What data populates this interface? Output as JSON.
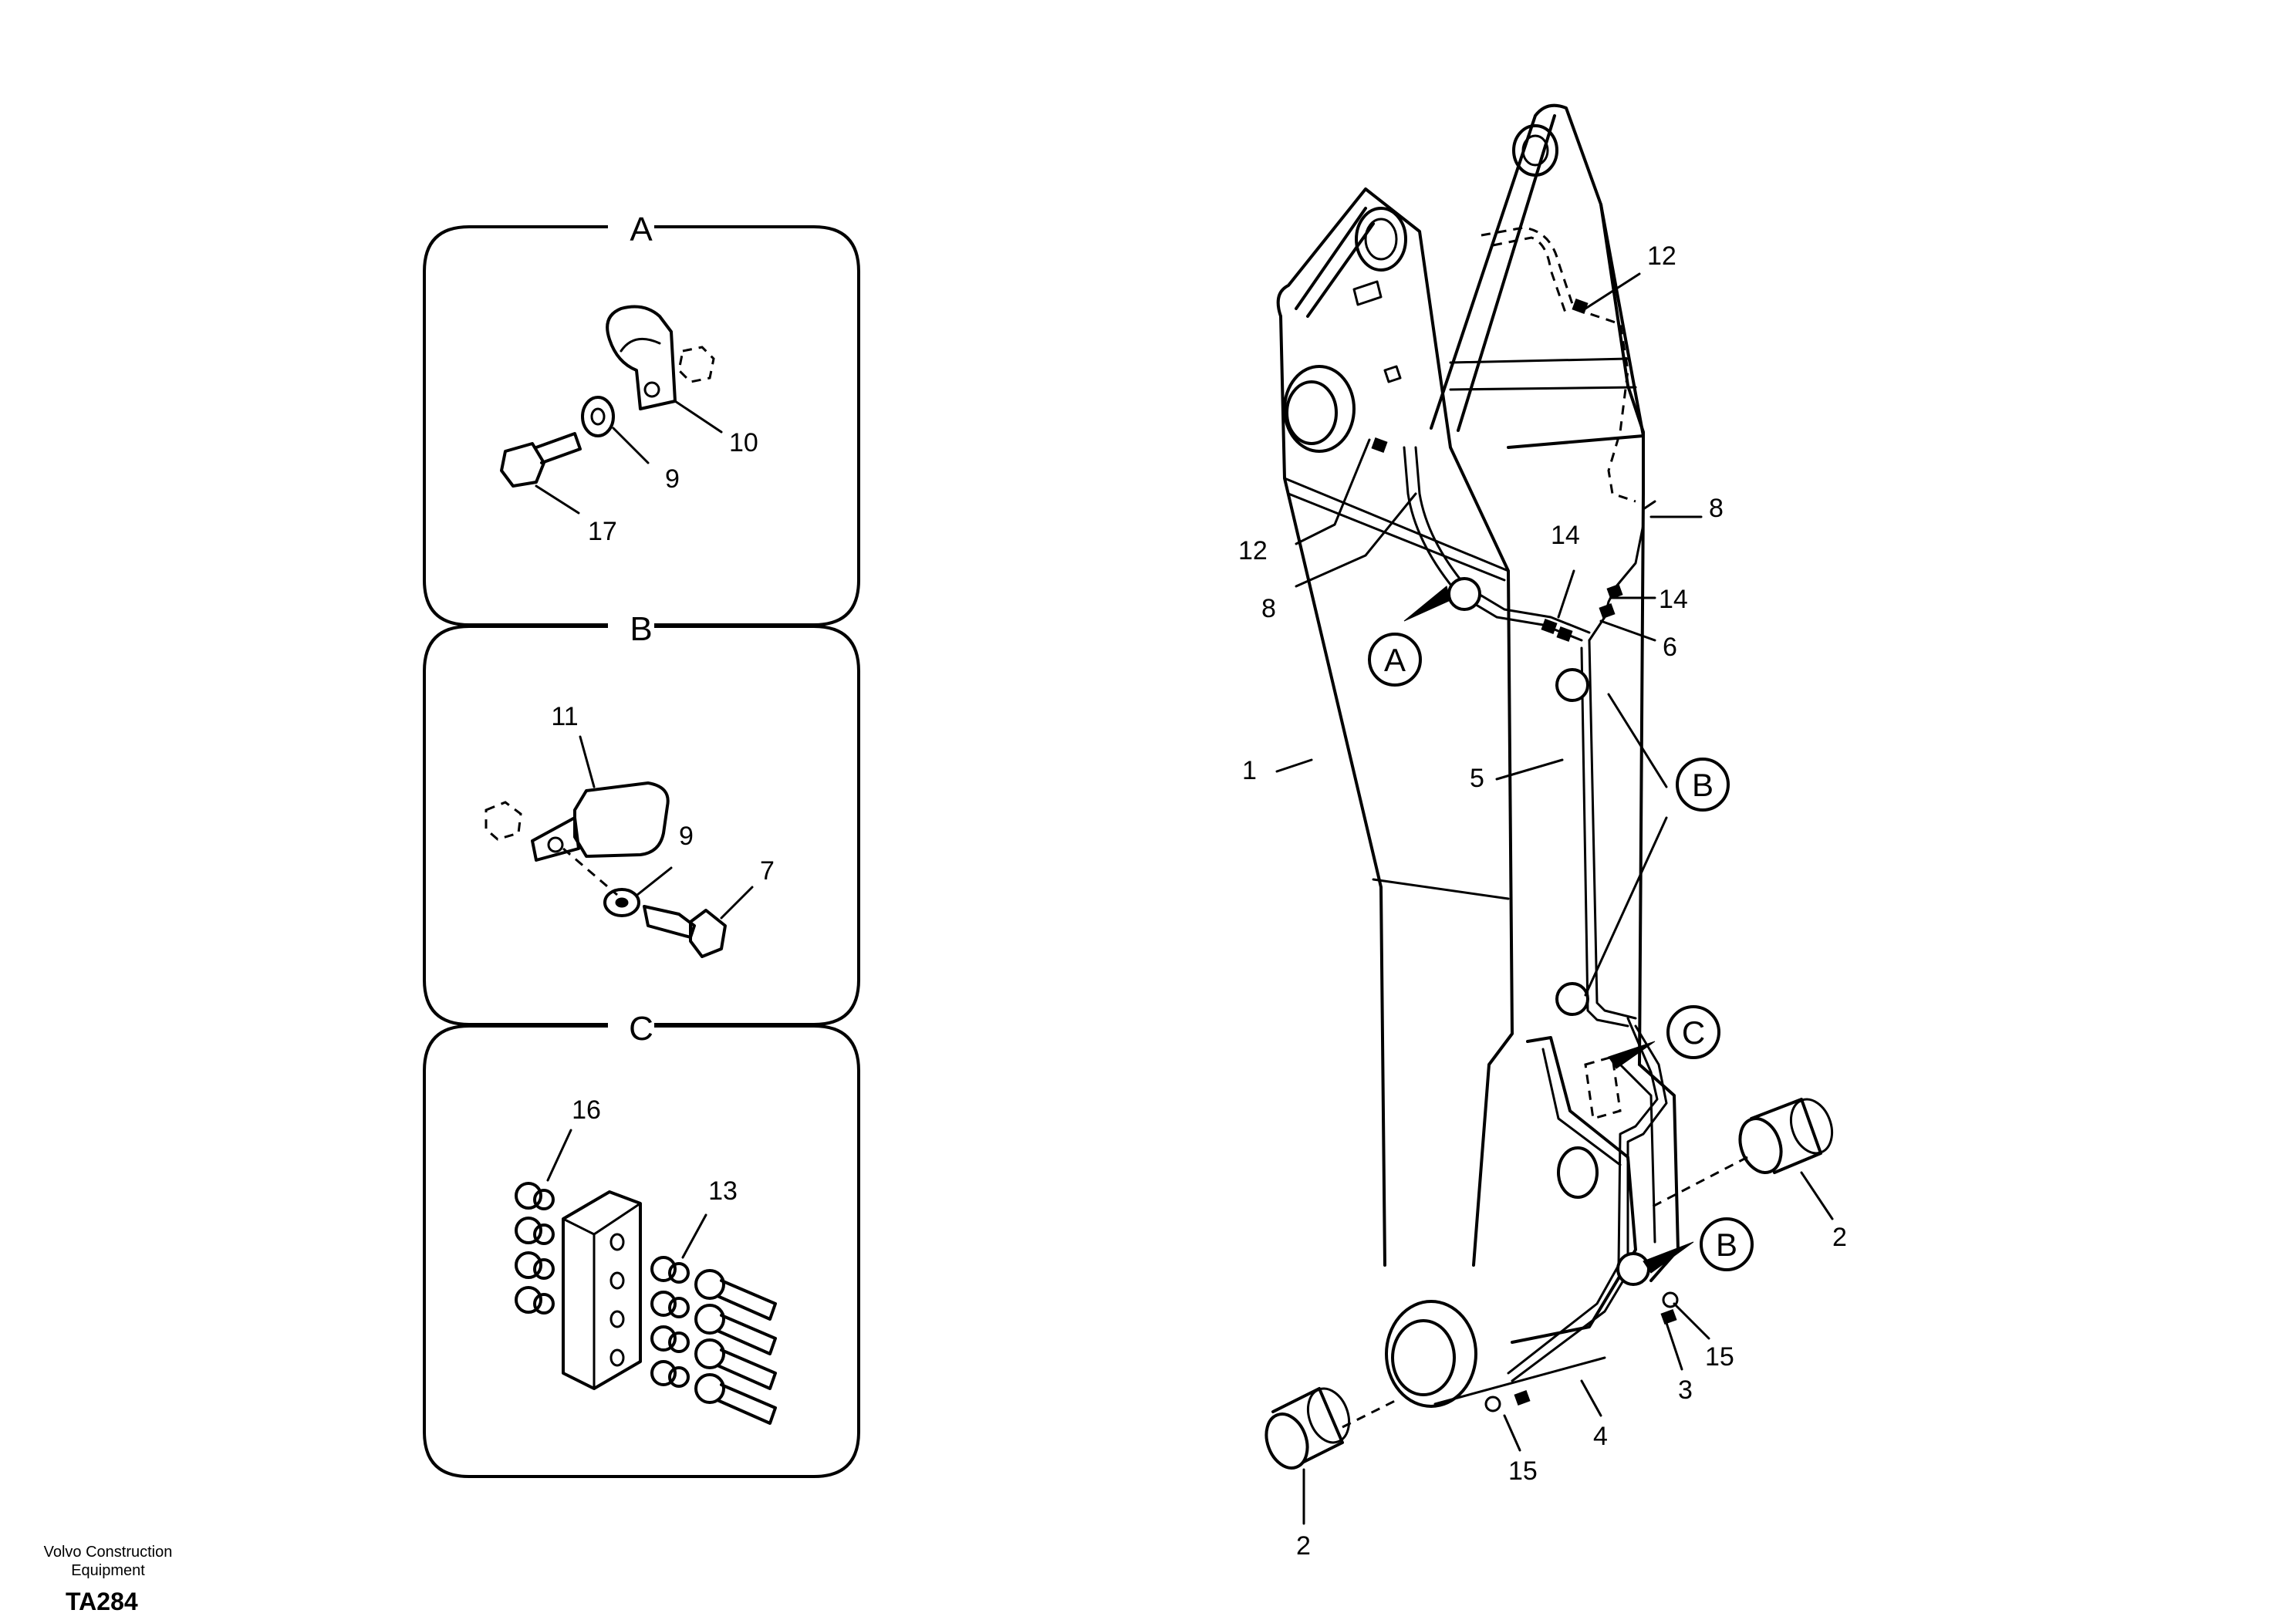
{
  "panels": [
    {
      "title": "A",
      "parts": [
        "10",
        "9",
        "17"
      ]
    },
    {
      "title": "B",
      "parts": [
        "11",
        "9",
        "7"
      ]
    },
    {
      "title": "C",
      "parts": [
        "16",
        "13"
      ]
    }
  ],
  "main_labels": {
    "l12_top": "12",
    "l12_left": "12",
    "l8_right": "8",
    "l8_left": "8",
    "l14_left": "14",
    "l14_right": "14",
    "l6": "6",
    "l1": "1",
    "l5": "5",
    "l2_right": "2",
    "l2_left": "2",
    "l15_right": "15",
    "l15_left": "15",
    "l3": "3",
    "l4": "4"
  },
  "callouts": {
    "a": "A",
    "b1": "B",
    "b2": "B",
    "c": "C"
  },
  "footer": {
    "company_line1": "Volvo Construction",
    "company_line2": "Equipment",
    "code": "TA284"
  }
}
